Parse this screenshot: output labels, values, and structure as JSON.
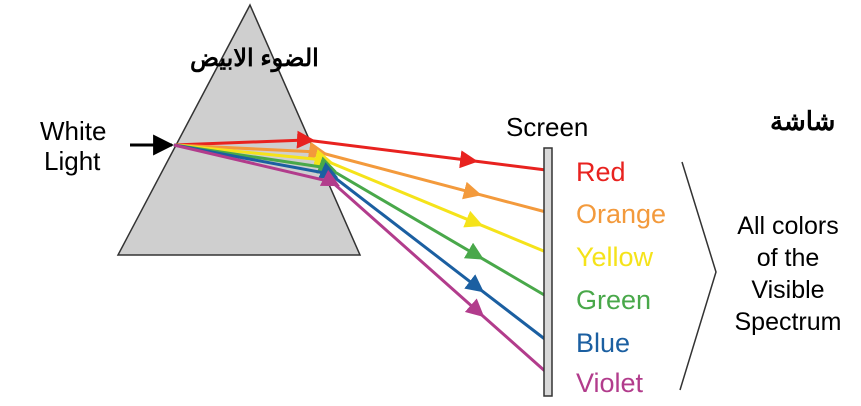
{
  "labels": {
    "arabic_white_light": "الضوء الابيض",
    "white_light_line1": "White",
    "white_light_line2": "Light",
    "screen": "Screen",
    "arabic_screen": "شاشة",
    "spectrum_line1": "All colors",
    "spectrum_line2": "of the",
    "spectrum_line3": "Visible",
    "spectrum_line4": "Spectrum"
  },
  "colors": [
    {
      "name": "Red",
      "hex": "#e8221f"
    },
    {
      "name": "Orange",
      "hex": "#f39a3c"
    },
    {
      "name": "Yellow",
      "hex": "#f5e31a"
    },
    {
      "name": "Green",
      "hex": "#49a84a"
    },
    {
      "name": "Blue",
      "hex": "#1b5fa1"
    },
    {
      "name": "Violet",
      "hex": "#b23c8c"
    }
  ],
  "style": {
    "prism_fill": "#cfcfcf",
    "prism_stroke": "#333333",
    "screen_fill": "#d9d9d9"
  }
}
